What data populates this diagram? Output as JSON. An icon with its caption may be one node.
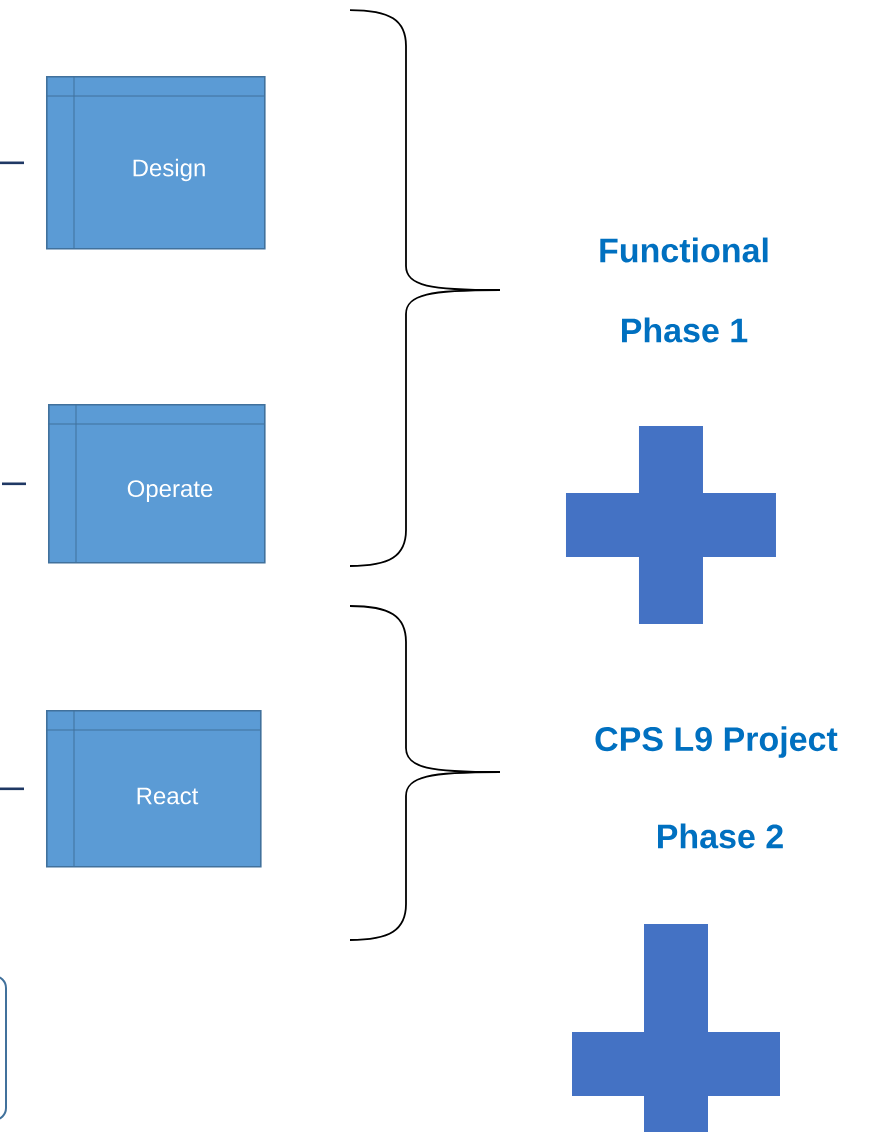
{
  "diagram": {
    "nodes": [
      {
        "text": [
          "Design"
        ]
      },
      {
        "text": [
          "Operate"
        ]
      },
      {
        "text": [
          "React"
        ]
      },
      {
        "text": [],
        "shape": "plus"
      },
      {
        "text": [],
        "shape": "plus"
      }
    ],
    "edges": [
      {
        "from": null,
        "to": 0,
        "arrow": "none"
      },
      {
        "from": null,
        "to": 1,
        "arrow": "none"
      },
      {
        "from": null,
        "to": 2,
        "arrow": "none"
      }
    ],
    "labels": [
      "Functional",
      "Phase 1",
      "CPS L9 Project",
      "Phase 2"
    ]
  }
}
